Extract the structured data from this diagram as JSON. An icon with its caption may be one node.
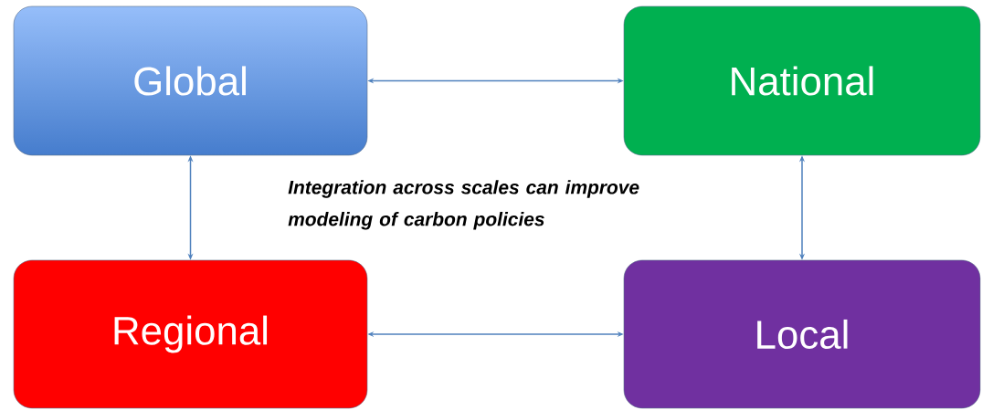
{
  "diagram": {
    "nodes": [
      {
        "text": [
          "Global"
        ]
      },
      {
        "text": [
          "National"
        ]
      },
      {
        "text": [
          "Regional"
        ]
      },
      {
        "text": [
          "Local"
        ]
      }
    ],
    "edges": [
      {
        "from": 0,
        "to": 1,
        "arrow": "both"
      },
      {
        "from": 0,
        "to": 2,
        "arrow": "both"
      },
      {
        "from": 1,
        "to": 3,
        "arrow": "both"
      },
      {
        "from": 2,
        "to": 3,
        "arrow": "both"
      }
    ],
    "labels": [
      "Integration across scales can improve modeling of carbon policies"
    ]
  }
}
